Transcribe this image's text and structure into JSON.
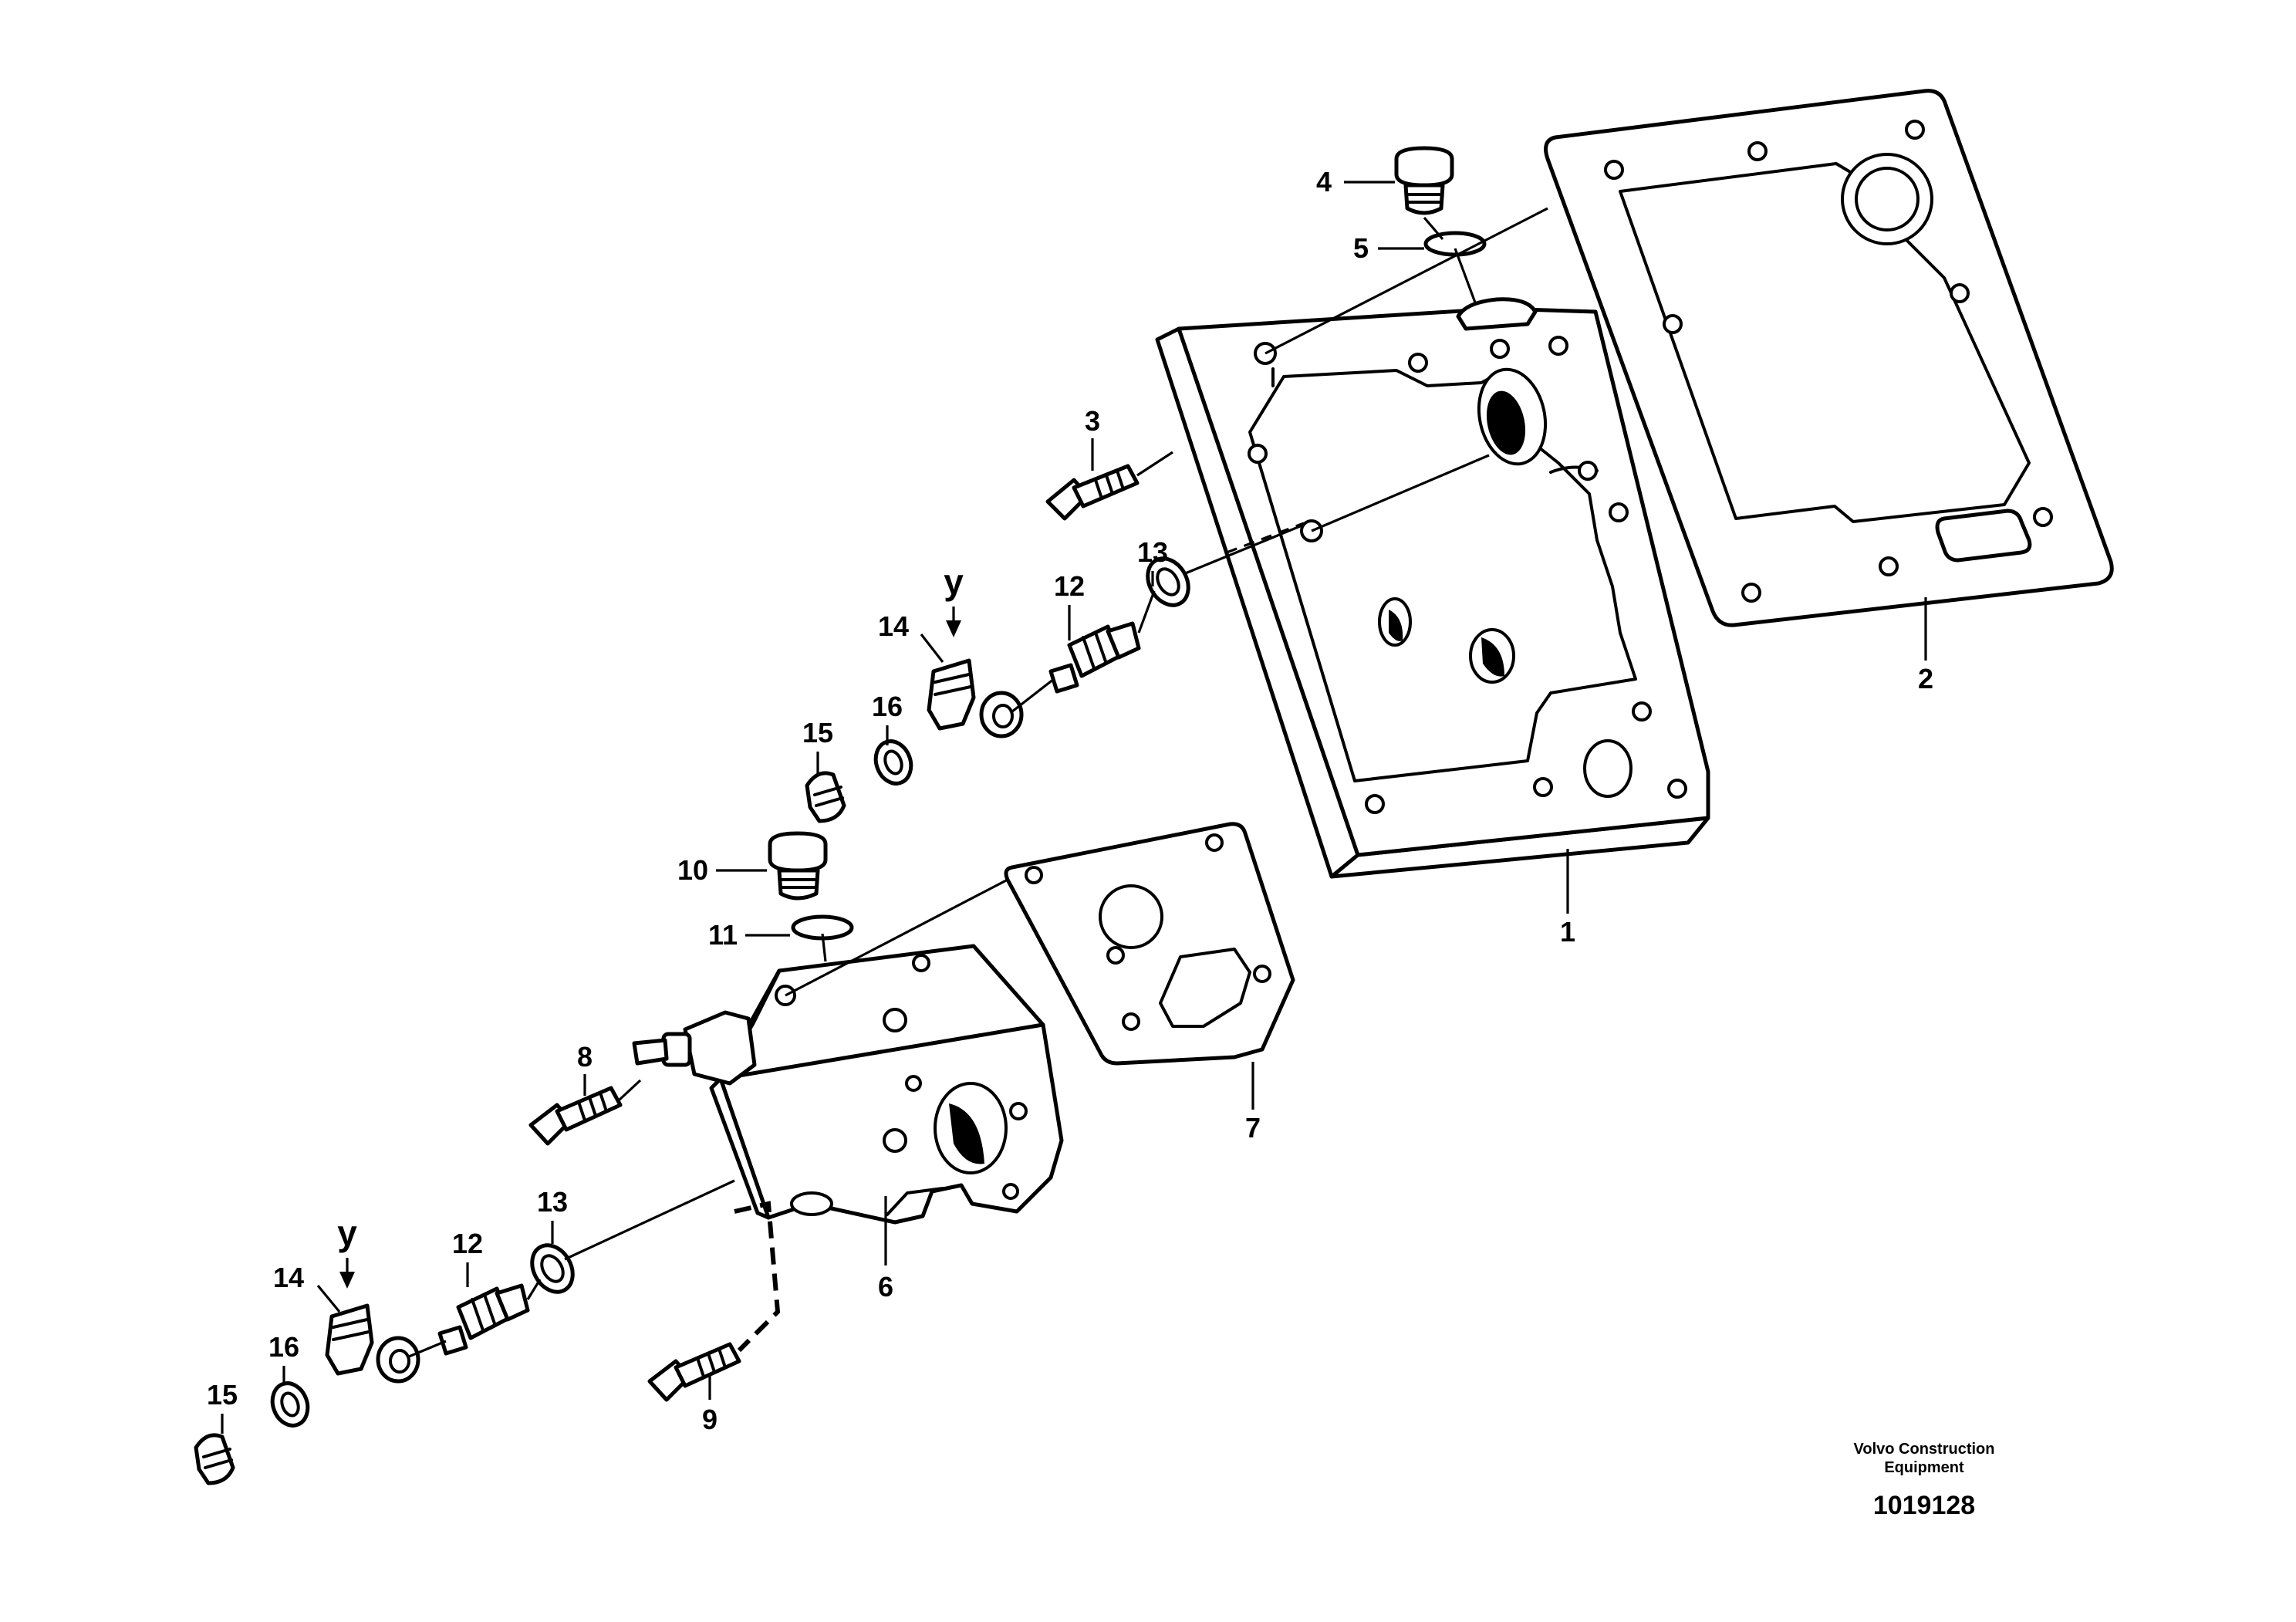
{
  "callouts": {
    "c1": "1",
    "c2": "2",
    "c3": "3",
    "c4": "4",
    "c5": "5",
    "c6": "6",
    "c7": "7",
    "c8": "8",
    "c9": "9",
    "c10": "10",
    "c11": "11",
    "c12a": "12",
    "c13a": "13",
    "c14a": "14",
    "c15a": "15",
    "c16a": "16",
    "c12b": "12",
    "c13b": "13",
    "c14b": "14",
    "c15b": "15",
    "c16b": "16"
  },
  "view_markers": {
    "upper": "y",
    "lower": "y"
  },
  "credit": {
    "line1": "Volvo Construction",
    "line2": "Equipment"
  },
  "document_number": "1019128",
  "colors": {
    "line": "#000000",
    "background": "#ffffff"
  }
}
